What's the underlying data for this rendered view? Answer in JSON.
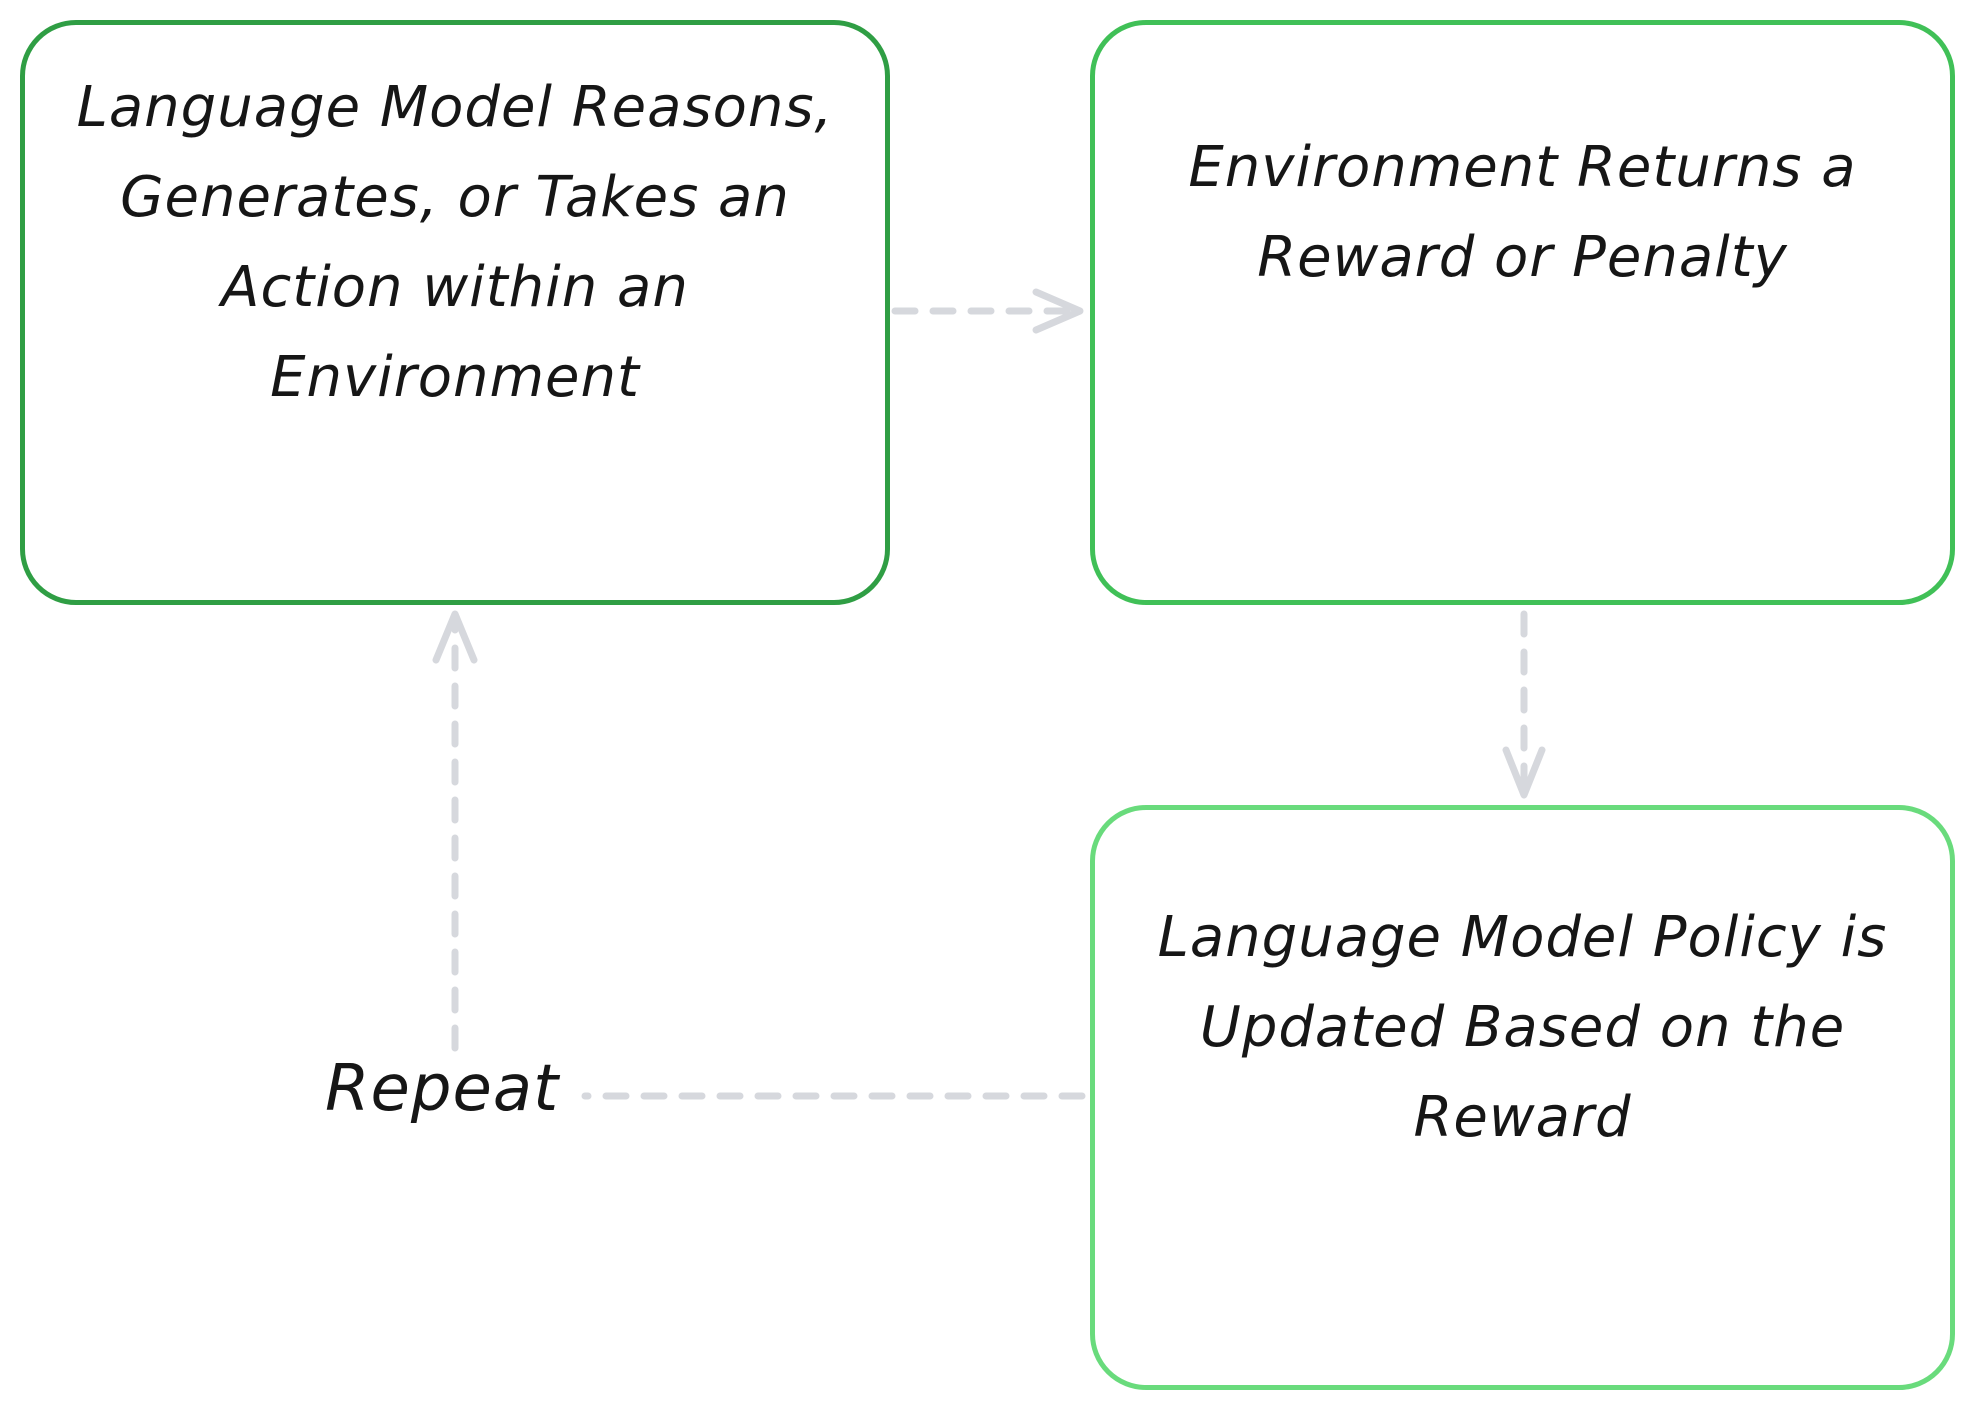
{
  "nodes": [
    {
      "label": "Language Model Reasons, Generates, or Takes an Action within an Environment",
      "border_color": "#2f9e44"
    },
    {
      "label": "Environment Returns a Reward or Penalty",
      "border_color": "#40c057"
    },
    {
      "label": "Language Model Policy is Updated Based on the Reward",
      "border_color": "#69db7c"
    }
  ],
  "repeat_label": "Repeat",
  "connector_color": "#d6d8dd",
  "text_color": "#161616"
}
